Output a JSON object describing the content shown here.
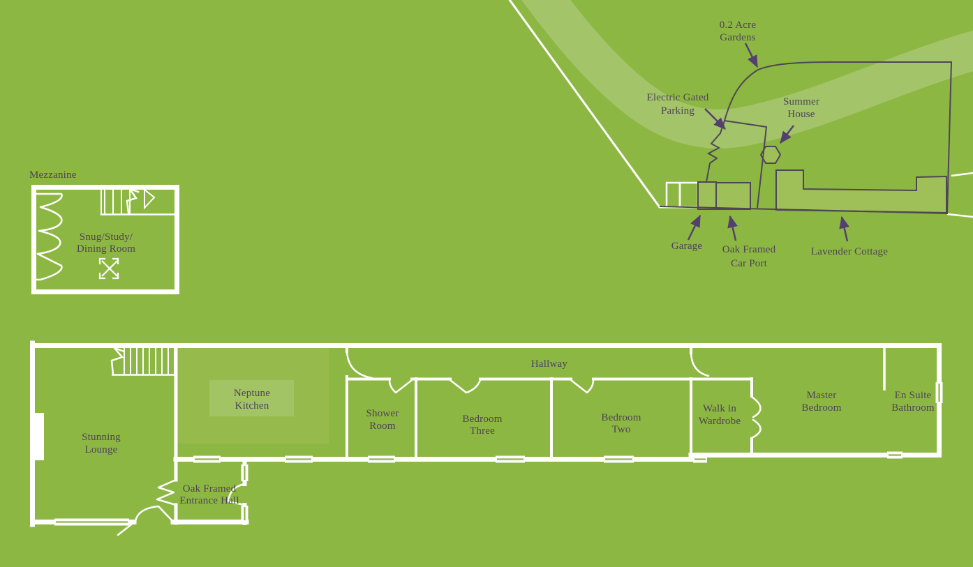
{
  "title": "Lavender Cottage floor plan",
  "colors": {
    "background": "#8db743",
    "road_band": "#a3c469",
    "building_fill": "#9fc058",
    "kitchen_fill": "#97ba4c",
    "kitchen_inner_fill": "#a3c464",
    "outline": "#4e4656",
    "text": "#4d4355",
    "arrow": "#54406e",
    "wall": "#ffffff"
  },
  "site": {
    "labels": {
      "gardens_1": "0.2 Acre",
      "gardens_2": "Gardens",
      "parking_1": "Electric Gated",
      "parking_2": "Parking",
      "summer_1": "Summer",
      "summer_2": "House",
      "garage": "Garage",
      "carport_1": "Oak Framed",
      "carport_2": "Car Port",
      "cottage": "Lavender Cottage"
    },
    "icons": [
      "arrow-pointer-icon"
    ]
  },
  "mezzanine": {
    "title": "Mezzanine",
    "room_1": "Snug/Study/",
    "room_2": "Dining Room",
    "icons": [
      "stairs-icon",
      "expand-arrows-icon"
    ]
  },
  "ground": {
    "lounge_1": "Stunning",
    "lounge_2": "Lounge",
    "kitchen_1": "Neptune",
    "kitchen_2": "Kitchen",
    "hall_1": "Oak Framed",
    "hall_2": "Entrance Hall",
    "shower_1": "Shower",
    "shower_2": "Room",
    "bed3_1": "Bedroom",
    "bed3_2": "Three",
    "hallway": "Hallway",
    "bed2_1": "Bedroom",
    "bed2_2": "Two",
    "wardrobe_1": "Walk in",
    "wardrobe_2": "Wardrobe",
    "master_1": "Master",
    "master_2": "Bedroom",
    "ensuite_1": "En Suite",
    "ensuite_2": "Bathroom",
    "icons": [
      "stairs-icon"
    ]
  }
}
